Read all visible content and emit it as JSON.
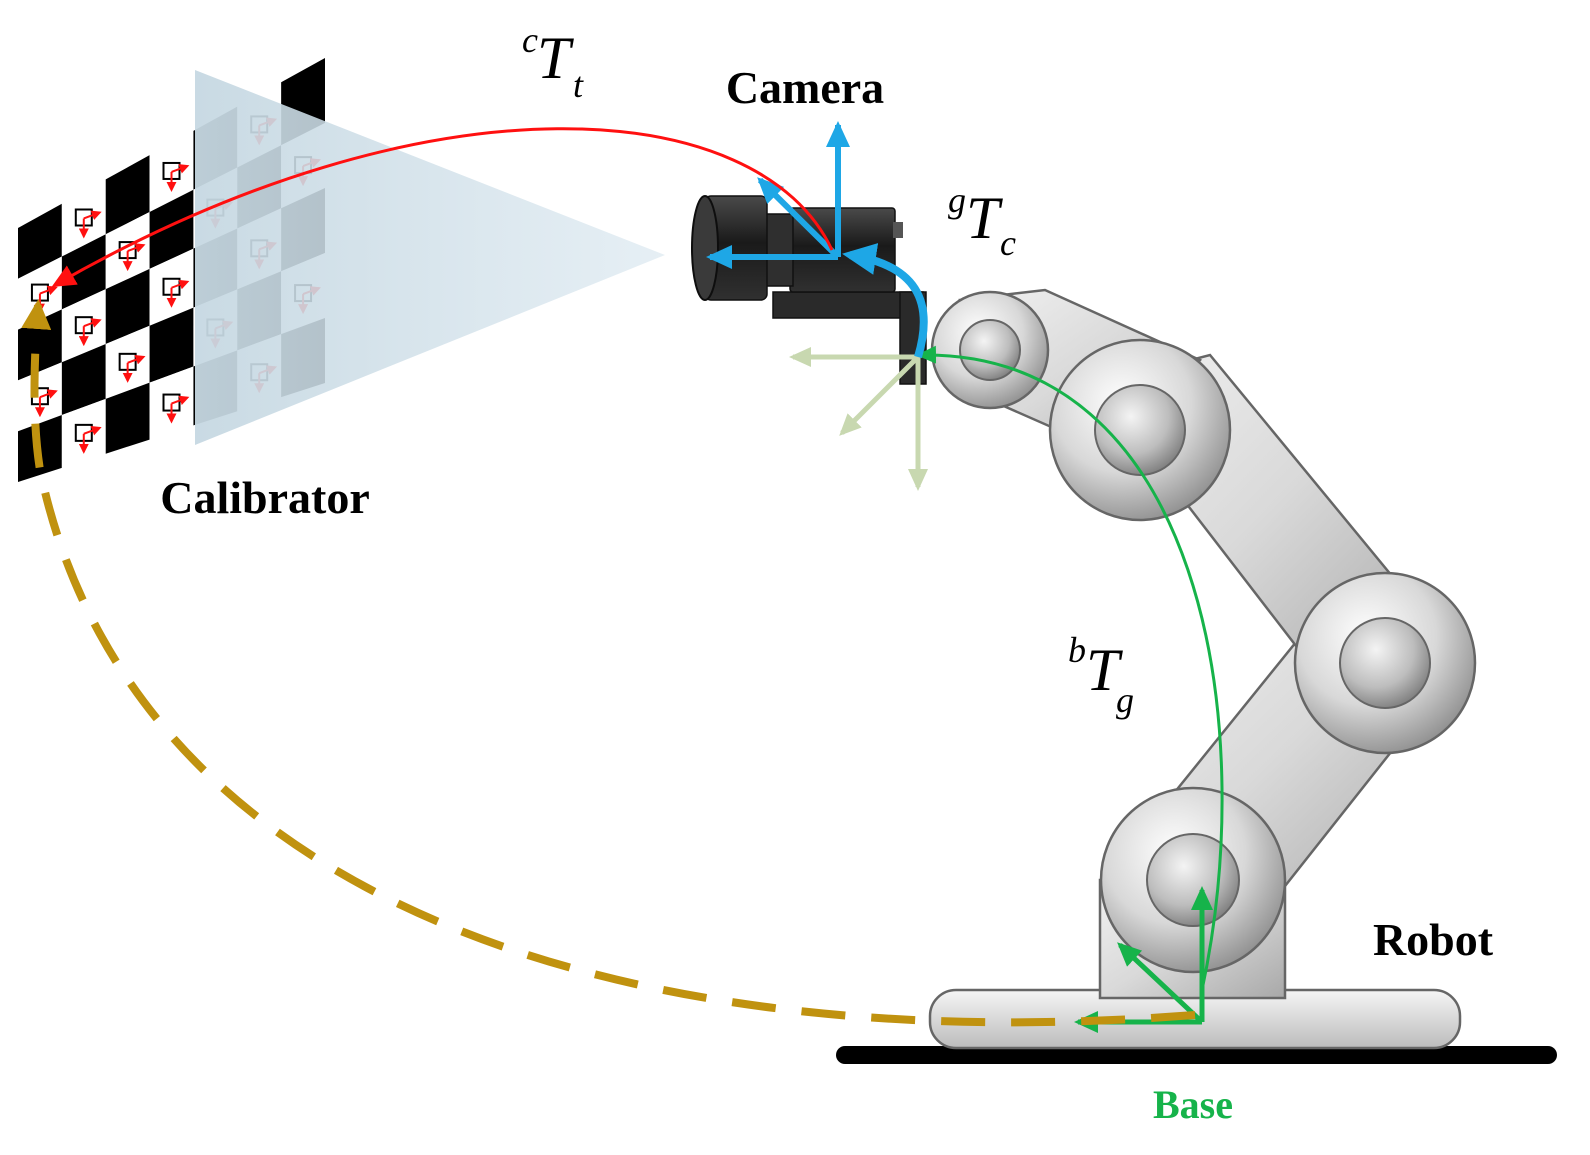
{
  "labels": {
    "camera": "Camera",
    "calibrator": "Calibrator",
    "robot": "Robot",
    "base": "Base"
  },
  "transforms": {
    "camera_target": {
      "sup": "c",
      "main": "T",
      "sub": "t"
    },
    "gripper_camera": {
      "sup": "g",
      "main": "T",
      "sub": "c"
    },
    "base_gripper": {
      "sup": "b",
      "main": "T",
      "sub": "g"
    }
  },
  "colors": {
    "camera_target_arrow": "#ff1010",
    "gripper_camera_arrow": "#1ea7e6",
    "base_gripper_arrow": "#16b34a",
    "base_target_dashed": "#c0920f",
    "base_label": "#16b34a",
    "gripper_frame": "#c8d8b0",
    "checker_dark": "#000000"
  },
  "icons": {
    "calibrator": "checkerboard-icon",
    "camera": "camera-icon",
    "robot": "robot-arm-icon"
  }
}
